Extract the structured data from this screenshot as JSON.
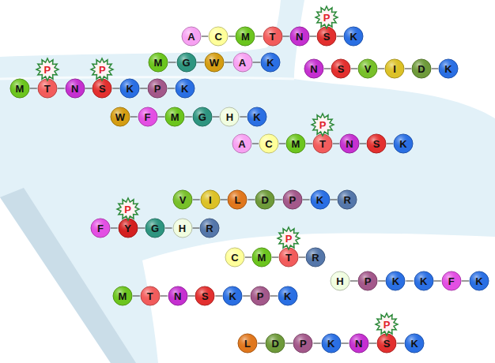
{
  "diagram": {
    "nodes": [
      {
        "text": [
          "A"
        ]
      },
      {
        "text": [
          "C"
        ]
      },
      {
        "text": [
          "M"
        ]
      },
      {
        "text": [
          "T"
        ]
      },
      {
        "text": [
          "N"
        ]
      },
      {
        "text": [
          "S"
        ]
      },
      {
        "text": [
          "P"
        ]
      },
      {
        "text": [
          "K"
        ]
      },
      {
        "text": [
          "M"
        ]
      },
      {
        "text": [
          "G"
        ]
      },
      {
        "text": [
          "W"
        ]
      },
      {
        "text": [
          "A"
        ]
      },
      {
        "text": [
          "K"
        ]
      },
      {
        "text": [
          "N"
        ]
      },
      {
        "text": [
          "S"
        ]
      },
      {
        "text": [
          "V"
        ]
      },
      {
        "text": [
          "I"
        ]
      },
      {
        "text": [
          "D"
        ]
      },
      {
        "text": [
          "K"
        ]
      },
      {
        "text": [
          "M"
        ]
      },
      {
        "text": [
          "T"
        ]
      },
      {
        "text": [
          "P"
        ]
      },
      {
        "text": [
          "N"
        ]
      },
      {
        "text": [
          "S"
        ]
      },
      {
        "text": [
          "P"
        ]
      },
      {
        "text": [
          "K"
        ]
      },
      {
        "text": [
          "P"
        ]
      },
      {
        "text": [
          "K"
        ]
      },
      {
        "text": [
          "W"
        ]
      },
      {
        "text": [
          "F"
        ]
      },
      {
        "text": [
          "M"
        ]
      },
      {
        "text": [
          "G"
        ]
      },
      {
        "text": [
          "H"
        ]
      },
      {
        "text": [
          "K"
        ]
      },
      {
        "text": [
          "A"
        ]
      },
      {
        "text": [
          "C"
        ]
      },
      {
        "text": [
          "M"
        ]
      },
      {
        "text": [
          "T"
        ]
      },
      {
        "text": [
          "P"
        ]
      },
      {
        "text": [
          "N"
        ]
      },
      {
        "text": [
          "S"
        ]
      },
      {
        "text": [
          "K"
        ]
      },
      {
        "text": [
          "V"
        ]
      },
      {
        "text": [
          "I"
        ]
      },
      {
        "text": [
          "L"
        ]
      },
      {
        "text": [
          "D"
        ]
      },
      {
        "text": [
          "P"
        ]
      },
      {
        "text": [
          "K"
        ]
      },
      {
        "text": [
          "R"
        ]
      },
      {
        "text": [
          "F"
        ]
      },
      {
        "text": [
          "Y"
        ]
      },
      {
        "text": [
          "P"
        ]
      },
      {
        "text": [
          "G"
        ]
      },
      {
        "text": [
          "H"
        ]
      },
      {
        "text": [
          "R"
        ]
      },
      {
        "text": [
          "C"
        ]
      },
      {
        "text": [
          "M"
        ]
      },
      {
        "text": [
          "T"
        ]
      },
      {
        "text": [
          "P"
        ]
      },
      {
        "text": [
          "R"
        ]
      },
      {
        "text": [
          "H"
        ]
      },
      {
        "text": [
          "P"
        ]
      },
      {
        "text": [
          "K"
        ]
      },
      {
        "text": [
          "K"
        ]
      },
      {
        "text": [
          "F"
        ]
      },
      {
        "text": [
          "K"
        ]
      },
      {
        "text": [
          "M"
        ]
      },
      {
        "text": [
          "T"
        ]
      },
      {
        "text": [
          "N"
        ]
      },
      {
        "text": [
          "S"
        ]
      },
      {
        "text": [
          "K"
        ]
      },
      {
        "text": [
          "P"
        ]
      },
      {
        "text": [
          "K"
        ]
      },
      {
        "text": [
          "L"
        ]
      },
      {
        "text": [
          "D"
        ]
      },
      {
        "text": [
          "P"
        ]
      },
      {
        "text": [
          "K"
        ]
      },
      {
        "text": [
          "N"
        ]
      },
      {
        "text": [
          "S"
        ]
      },
      {
        "text": [
          "P"
        ]
      },
      {
        "text": [
          "K"
        ]
      }
    ],
    "edges": [
      {
        "from": 0,
        "to": 1,
        "arrow": "none"
      },
      {
        "from": 1,
        "to": 2,
        "arrow": "none"
      },
      {
        "from": 2,
        "to": 3,
        "arrow": "none"
      },
      {
        "from": 3,
        "to": 4,
        "arrow": "none"
      },
      {
        "from": 4,
        "to": 5,
        "arrow": "none"
      },
      {
        "from": 5,
        "to": 7,
        "arrow": "none"
      },
      {
        "from": 8,
        "to": 9,
        "arrow": "none"
      },
      {
        "from": 9,
        "to": 10,
        "arrow": "none"
      },
      {
        "from": 10,
        "to": 11,
        "arrow": "none"
      },
      {
        "from": 11,
        "to": 12,
        "arrow": "none"
      },
      {
        "from": 13,
        "to": 14,
        "arrow": "none"
      },
      {
        "from": 14,
        "to": 15,
        "arrow": "none"
      },
      {
        "from": 15,
        "to": 16,
        "arrow": "none"
      },
      {
        "from": 16,
        "to": 17,
        "arrow": "none"
      },
      {
        "from": 17,
        "to": 18,
        "arrow": "none"
      },
      {
        "from": 19,
        "to": 20,
        "arrow": "none"
      },
      {
        "from": 20,
        "to": 22,
        "arrow": "none"
      },
      {
        "from": 22,
        "to": 23,
        "arrow": "none"
      },
      {
        "from": 23,
        "to": 25,
        "arrow": "none"
      },
      {
        "from": 25,
        "to": 26,
        "arrow": "none"
      },
      {
        "from": 26,
        "to": 27,
        "arrow": "none"
      },
      {
        "from": 28,
        "to": 29,
        "arrow": "none"
      },
      {
        "from": 29,
        "to": 30,
        "arrow": "none"
      },
      {
        "from": 30,
        "to": 31,
        "arrow": "none"
      },
      {
        "from": 31,
        "to": 32,
        "arrow": "none"
      },
      {
        "from": 32,
        "to": 33,
        "arrow": "none"
      },
      {
        "from": 34,
        "to": 35,
        "arrow": "none"
      },
      {
        "from": 35,
        "to": 36,
        "arrow": "none"
      },
      {
        "from": 36,
        "to": 37,
        "arrow": "none"
      },
      {
        "from": 37,
        "to": 39,
        "arrow": "none"
      },
      {
        "from": 39,
        "to": 40,
        "arrow": "none"
      },
      {
        "from": 40,
        "to": 41,
        "arrow": "none"
      },
      {
        "from": 42,
        "to": 43,
        "arrow": "none"
      },
      {
        "from": 43,
        "to": 44,
        "arrow": "none"
      },
      {
        "from": 44,
        "to": 45,
        "arrow": "none"
      },
      {
        "from": 45,
        "to": 46,
        "arrow": "none"
      },
      {
        "from": 46,
        "to": 47,
        "arrow": "none"
      },
      {
        "from": 47,
        "to": 48,
        "arrow": "none"
      },
      {
        "from": 49,
        "to": 50,
        "arrow": "none"
      },
      {
        "from": 50,
        "to": 52,
        "arrow": "none"
      },
      {
        "from": 52,
        "to": 53,
        "arrow": "none"
      },
      {
        "from": 53,
        "to": 54,
        "arrow": "none"
      },
      {
        "from": 55,
        "to": 56,
        "arrow": "none"
      },
      {
        "from": 56,
        "to": 57,
        "arrow": "none"
      },
      {
        "from": 57,
        "to": 59,
        "arrow": "none"
      },
      {
        "from": 60,
        "to": 61,
        "arrow": "none"
      },
      {
        "from": 61,
        "to": 62,
        "arrow": "none"
      },
      {
        "from": 62,
        "to": 63,
        "arrow": "none"
      },
      {
        "from": 63,
        "to": 64,
        "arrow": "none"
      },
      {
        "from": 64,
        "to": 65,
        "arrow": "none"
      },
      {
        "from": 66,
        "to": 67,
        "arrow": "none"
      },
      {
        "from": 67,
        "to": 68,
        "arrow": "none"
      },
      {
        "from": 68,
        "to": 69,
        "arrow": "none"
      },
      {
        "from": 69,
        "to": 70,
        "arrow": "none"
      },
      {
        "from": 70,
        "to": 71,
        "arrow": "none"
      },
      {
        "from": 71,
        "to": 72,
        "arrow": "none"
      },
      {
        "from": 73,
        "to": 74,
        "arrow": "none"
      },
      {
        "from": 74,
        "to": 75,
        "arrow": "none"
      },
      {
        "from": 75,
        "to": 76,
        "arrow": "none"
      },
      {
        "from": 76,
        "to": 77,
        "arrow": "none"
      },
      {
        "from": 77,
        "to": 78,
        "arrow": "none"
      },
      {
        "from": 78,
        "to": 80,
        "arrow": "none"
      }
    ]
  }
}
